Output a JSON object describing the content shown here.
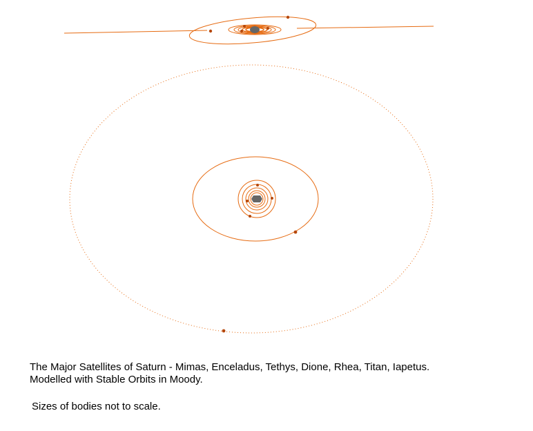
{
  "colors": {
    "orbit": "#e66a10",
    "moon": "#b5470a",
    "planet": "#666666",
    "background": "#ffffff",
    "text": "#000000"
  },
  "caption": {
    "line1": "The Major Satellites of Saturn - Mimas, Enceladus, Tethys, Dione, Rhea, Titan, Iapetus.",
    "line2": "Modelled with Stable Orbits in Moody.",
    "note": "Sizes of bodies not to scale."
  }
}
